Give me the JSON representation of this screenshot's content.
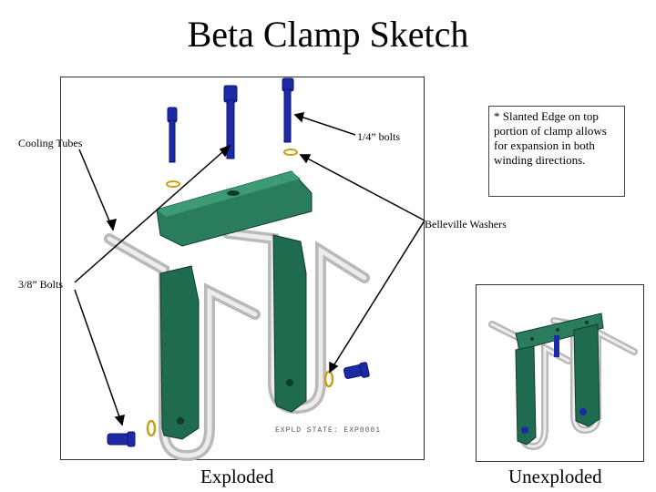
{
  "title": "Beta Clamp Sketch",
  "labels": {
    "cooling_tubes": "Cooling Tubes",
    "quarter_bolts": "1/4” bolts",
    "belleville_washers": "Belleville Washers",
    "three_eighths_bolts": "3/8” Bolts"
  },
  "note": "* Slanted Edge on top portion of clamp allows for expansion in both winding directions.",
  "stamp": "EXPLD STATE: EXP0001",
  "captions": {
    "exploded": "Exploded",
    "unexploded": "Unexploded"
  },
  "colors": {
    "clamp_green": "#1f6b4f",
    "bolt_blue": "#1c2aa8",
    "tube_gray": "#c8c8c8",
    "washer_gold": "#c8a018"
  }
}
